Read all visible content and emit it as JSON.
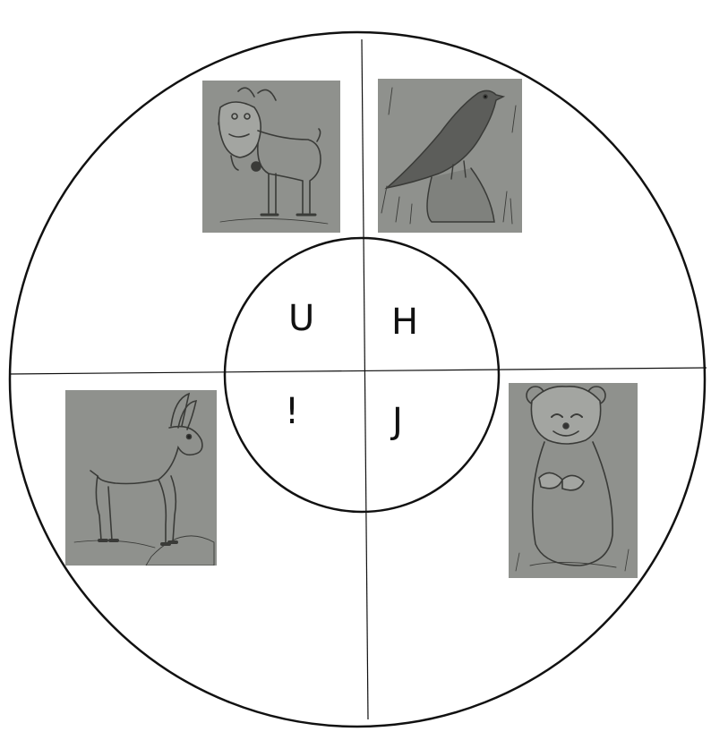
{
  "wheel": {
    "quadrants": [
      {
        "position": "top-left",
        "letter": "U",
        "picture_icon": "goat-with-bell-icon"
      },
      {
        "position": "top-right",
        "letter": "H",
        "picture_icon": "bird-icon"
      },
      {
        "position": "bottom-left",
        "letter": "!",
        "picture_icon": "ibex-icon"
      },
      {
        "position": "bottom-right",
        "letter": "J",
        "picture_icon": "marmot-icon"
      }
    ]
  },
  "colors": {
    "line": "#111111",
    "picture_bg": "#8f918d",
    "sketch": "#3a3b38"
  }
}
